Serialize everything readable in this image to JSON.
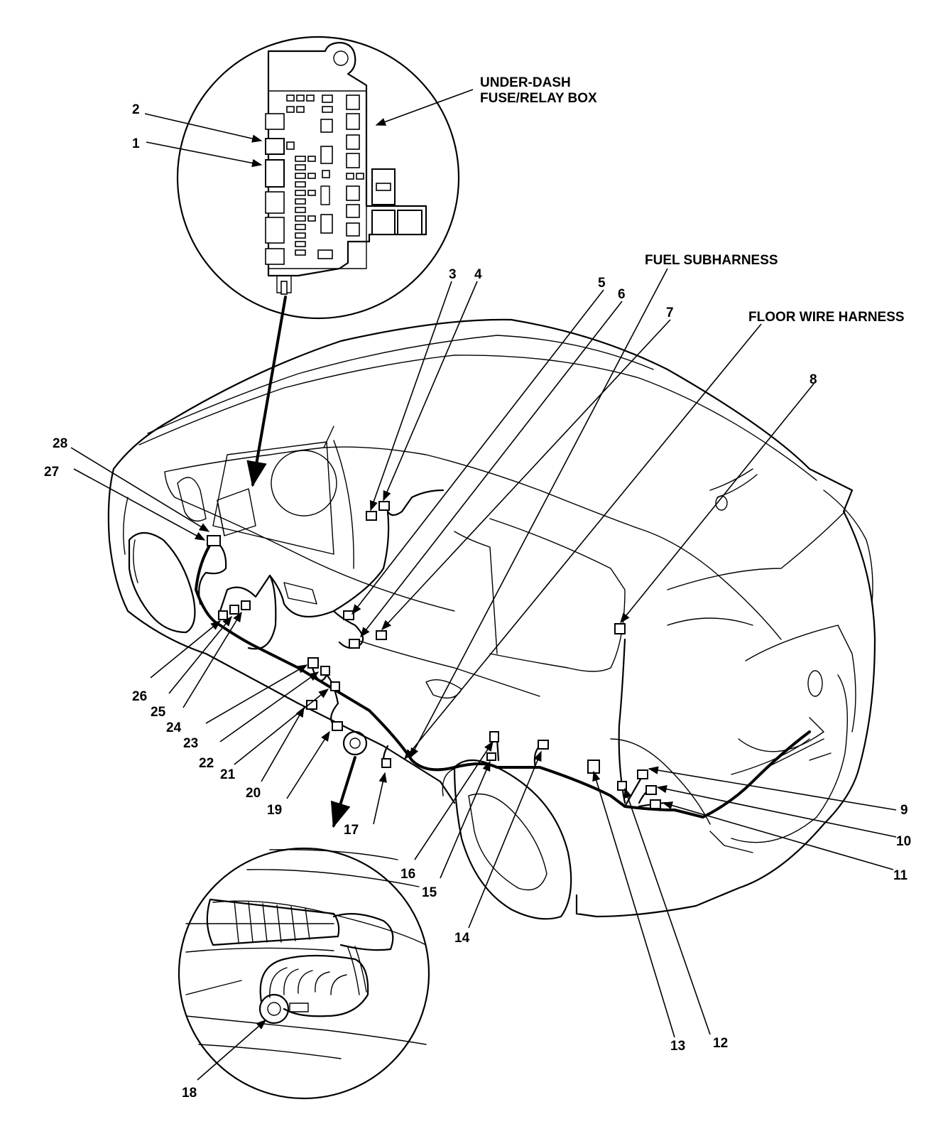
{
  "labels": {
    "under_dash_line1": "UNDER-DASH",
    "under_dash_line2": "FUSE/RELAY BOX",
    "fuel_subharness": "FUEL SUBHARNESS",
    "floor_wire_harness": "FLOOR WIRE HARNESS"
  },
  "callouts": [
    "1",
    "2",
    "3",
    "4",
    "5",
    "6",
    "7",
    "8",
    "9",
    "10",
    "11",
    "12",
    "13",
    "14",
    "15",
    "16",
    "17",
    "18",
    "19",
    "20",
    "21",
    "22",
    "23",
    "24",
    "25",
    "26",
    "27",
    "28"
  ]
}
